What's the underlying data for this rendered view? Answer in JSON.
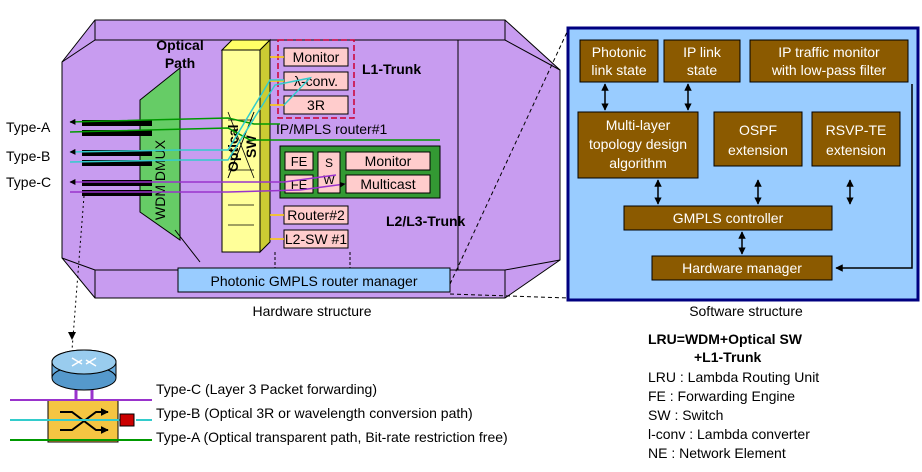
{
  "hardware": {
    "optical_path": [
      "Optical",
      "Path"
    ],
    "optical_sw": [
      "Optical",
      "SW"
    ],
    "wdm": "WDM DMUX",
    "l1_trunk": "L1-Trunk",
    "monitor": "Monitor",
    "lambda_conv": "λ-conv.",
    "r3": "3R",
    "ipmpls": "IP/MPLS router#1",
    "fe1": "FE",
    "fe2": "FE",
    "sw_s": "S",
    "sw_w": "W",
    "monitor2": "Monitor",
    "multicast": "Multicast",
    "router2": "Router#2",
    "l2sw": "L2-SW #1",
    "l2l3": "L2/L3-Trunk",
    "manager": "Photonic GMPLS router manager",
    "caption": "Hardware structure",
    "types": [
      "Type-A",
      "Type-B",
      "Type-C"
    ]
  },
  "software": {
    "photonic": [
      "Photonic",
      "link state"
    ],
    "iplink": [
      "IP link",
      "state"
    ],
    "traffic": [
      "IP traffic monitor",
      "with low-pass filter"
    ],
    "multilayer": [
      "Multi-layer",
      "topology design",
      "algorithm"
    ],
    "ospf": [
      "OSPF",
      "extension"
    ],
    "rsvp": [
      "RSVP-TE",
      "extension"
    ],
    "gmpls": "GMPLS controller",
    "hw_manager": "Hardware manager",
    "caption": "Software structure"
  },
  "legend_types": [
    "Type-C (Layer 3 Packet forwarding)",
    "Type-B (Optical 3R or wavelength conversion path)",
    "Type-A (Optical transparent path, Bit-rate restriction free)"
  ],
  "glossary": {
    "title1": "LRU=WDM+Optical SW",
    "title2": "+L1-Trunk",
    "items": [
      "LRU : Lambda Routing Unit",
      "FE : Forwarding Engine",
      "SW : Switch",
      "l-conv : Lambda converter",
      "NE : Network Element"
    ]
  },
  "colors": {
    "chassis": "#c89cf0",
    "software_bg": "#99ccff",
    "software_frame": "#000080",
    "module": "#8b5a00",
    "switch": "#ffff99",
    "wdm": "#66cc66",
    "card": "#ffcccc",
    "green_panel": "#339933",
    "type_a": "#009900",
    "type_b": "#33cccc",
    "type_c": "#9933cc"
  }
}
